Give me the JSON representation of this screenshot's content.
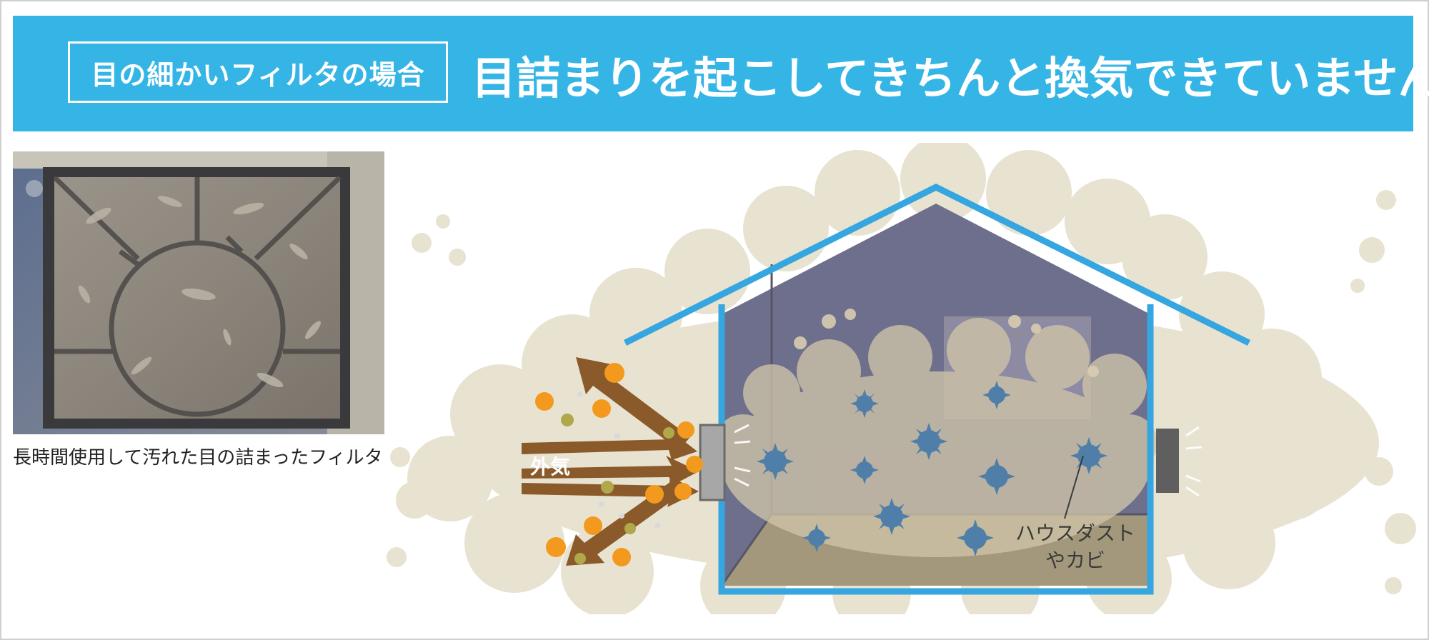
{
  "banner": {
    "tag": "目の細かいフィルタの場合",
    "headline": "目詰まりを起こしてきちんと換気できていません"
  },
  "photo": {
    "caption": "長時間使用して汚れた目の詰まったフィルタ"
  },
  "illustration": {
    "outside_air_label": "外気",
    "dust_label_line1": "ハウスダスト",
    "dust_label_line2": "やカビ"
  },
  "colors": {
    "banner": "#35b5e6",
    "dust_cloud": "#e8e2d0",
    "house_frame": "#35a6e0",
    "house_interior": "#6e6f8c",
    "arrow": "#8a5a2b",
    "pollen": "#f39a1e",
    "mold": "#4f7fa8"
  }
}
